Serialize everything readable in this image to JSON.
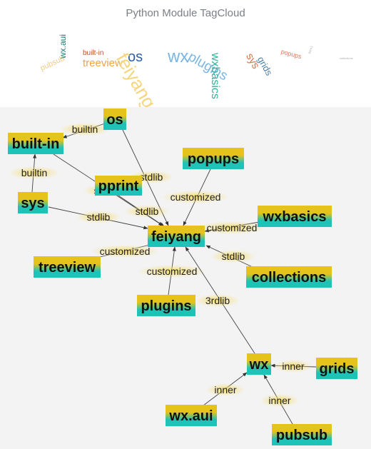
{
  "title": "Python Module TagCloud",
  "tag_cloud": [
    {
      "text": "pubsub",
      "color": "#f5c98a",
      "size": 11,
      "rotate": -25
    },
    {
      "text": "wx.aui",
      "color": "#1f7a6f",
      "size": 12,
      "rotate": -90
    },
    {
      "text": "built-in",
      "color": "#c0522b",
      "size": 10,
      "rotate": 0
    },
    {
      "text": "treeview",
      "color": "#f0a24a",
      "size": 15,
      "rotate": 0
    },
    {
      "text": "os",
      "color": "#2f5fa6",
      "size": 20,
      "rotate": 0
    },
    {
      "text": "feiyang",
      "color": "#f5d680",
      "size": 26,
      "rotate": 60
    },
    {
      "text": "wx",
      "color": "#7bb6e3",
      "size": 24,
      "rotate": 0
    },
    {
      "text": "plugins",
      "color": "#7bb6e3",
      "size": 19,
      "rotate": 30
    },
    {
      "text": "wxbasics",
      "color": "#2fb29a",
      "size": 16,
      "rotate": 90
    },
    {
      "text": "sys",
      "color": "#e0724a",
      "size": 15,
      "rotate": 60
    },
    {
      "text": "grids",
      "color": "#4a7fa8",
      "size": 13,
      "rotate": 60
    },
    {
      "text": "popups",
      "color": "#e07a5a",
      "size": 9,
      "rotate": 15
    },
    {
      "text": "item1",
      "color": "#bbbbbb",
      "size": 5,
      "rotate": -70
    },
    {
      "text": "collections",
      "color": "#aaaaaa",
      "size": 4,
      "rotate": 0
    }
  ],
  "nodes": [
    {
      "id": "os",
      "label": "os"
    },
    {
      "id": "built-in",
      "label": "built-in"
    },
    {
      "id": "popups",
      "label": "popups"
    },
    {
      "id": "pprint",
      "label": "pprint"
    },
    {
      "id": "sys",
      "label": "sys"
    },
    {
      "id": "wxbasics",
      "label": "wxbasics"
    },
    {
      "id": "feiyang",
      "label": "feiyang"
    },
    {
      "id": "treeview",
      "label": "treeview"
    },
    {
      "id": "collections",
      "label": "collections"
    },
    {
      "id": "plugins",
      "label": "plugins"
    },
    {
      "id": "wx",
      "label": "wx"
    },
    {
      "id": "grids",
      "label": "grids"
    },
    {
      "id": "wx.aui",
      "label": "wx.aui"
    },
    {
      "id": "pubsub",
      "label": "pubsub"
    }
  ],
  "edges": [
    {
      "from": "os",
      "to": "built-in",
      "label": "builtin"
    },
    {
      "from": "sys",
      "to": "built-in",
      "label": "builtin"
    },
    {
      "from": "os",
      "to": "feiyang",
      "label": "stdlib"
    },
    {
      "from": "pprint",
      "to": "feiyang",
      "label": "stdlib"
    },
    {
      "from": "built-in",
      "to": "feiyang",
      "label": "stdlib"
    },
    {
      "from": "sys",
      "to": "feiyang",
      "label": "stdlib"
    },
    {
      "from": "popups",
      "to": "feiyang",
      "label": "customized"
    },
    {
      "from": "wxbasics",
      "to": "feiyang",
      "label": "customized"
    },
    {
      "from": "treeview",
      "to": "feiyang",
      "label": "customized"
    },
    {
      "from": "plugins",
      "to": "feiyang",
      "label": "customized"
    },
    {
      "from": "collections",
      "to": "feiyang",
      "label": "stdlib"
    },
    {
      "from": "wx",
      "to": "feiyang",
      "label": "3rdlib"
    },
    {
      "from": "grids",
      "to": "wx",
      "label": "inner"
    },
    {
      "from": "wx.aui",
      "to": "wx",
      "label": "inner"
    },
    {
      "from": "pubsub",
      "to": "wx",
      "label": "inner"
    }
  ],
  "colors": {
    "node_top": "#e6c31a",
    "node_bottom": "#1ec3b8",
    "edge_label_glow": "#f6dc6a",
    "panel_bg": "#f3f3f3"
  }
}
